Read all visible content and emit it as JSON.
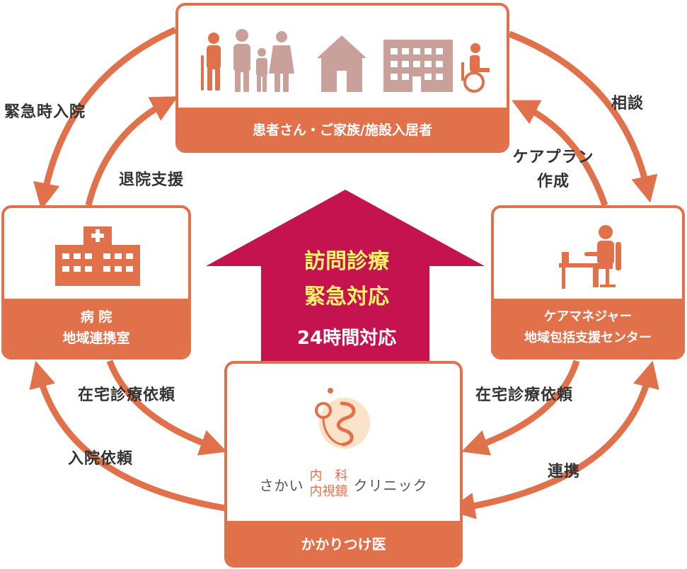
{
  "colors": {
    "accent": "#e0714a",
    "center_arrow": "#c4134f",
    "center_text_yellow": "#fff36a",
    "icon_muted": "#c9a19a"
  },
  "nodes": {
    "top": {
      "label": "患者さん・ご家族/施設入居者",
      "icons": [
        "elder-with-cane-icon",
        "family-icon",
        "house-icon",
        "facility-building-icon",
        "wheelchair-icon"
      ]
    },
    "left": {
      "label_line1": "病 院",
      "label_line2": "地域連携室",
      "icon": "hospital-icon"
    },
    "right": {
      "label_line1": "ケアマネジャー",
      "label_line2": "地域包括支援センター",
      "icon": "care-manager-desk-icon"
    },
    "bottom": {
      "label": "かかりつけ医",
      "clinic_prefix": "さかい",
      "clinic_mid_top": "内　科",
      "clinic_mid_bottom": "内視鏡",
      "clinic_suffix": "クリニック",
      "logo_icon": "intestine-logo-icon"
    }
  },
  "edges": {
    "emergency_admission": "緊急時入院",
    "discharge_support": "退院支援",
    "consultation": "相談",
    "care_plan_line1": "ケアプラン",
    "care_plan_line2": "作成",
    "home_care_request_left": "在宅診療依頼",
    "home_care_request_right": "在宅診療依頼",
    "admission_request": "入院依頼",
    "cooperation": "連携"
  },
  "center": {
    "line1": "訪問診療",
    "line2": "緊急対応",
    "line3": "24時間対応"
  }
}
